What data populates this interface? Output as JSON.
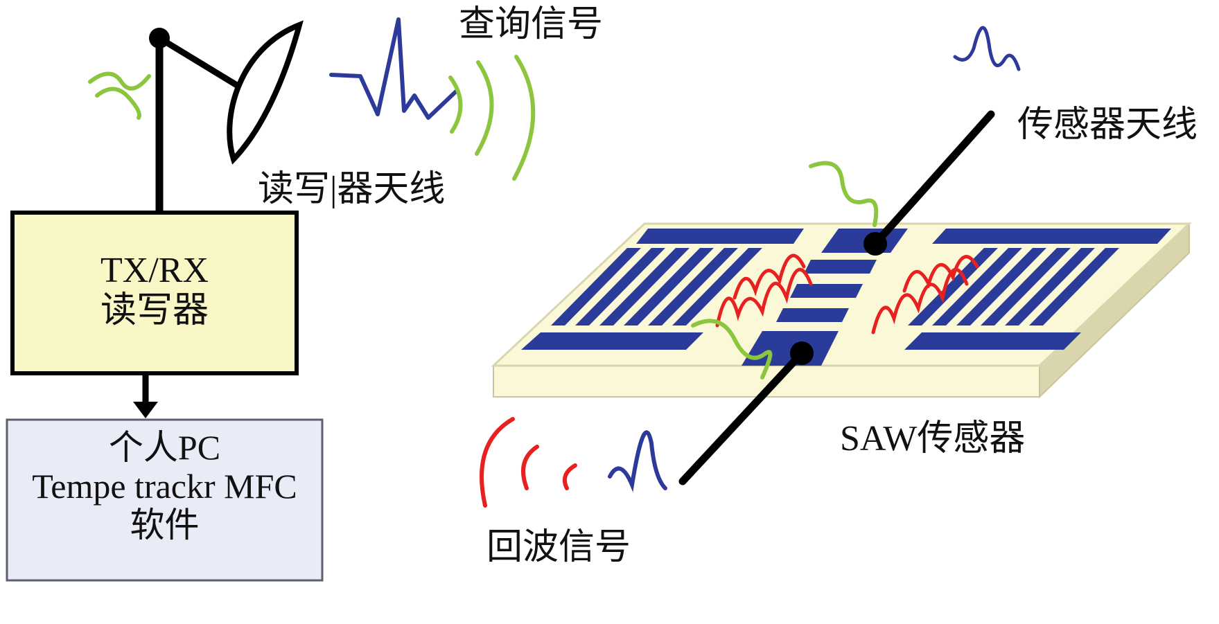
{
  "labels": {
    "query_signal": "查询信号",
    "reader_antenna": "读写|器天线",
    "sensor_antenna": "传感器天线",
    "saw_sensor": "SAW传感器",
    "echo_signal": "回波信号"
  },
  "reader_box": {
    "line1": "TX/RX",
    "line2": "读写器"
  },
  "pc_box": {
    "line1": "个人PC",
    "line2": "Tempe trackr MFC",
    "line3": "软件"
  },
  "colors": {
    "reader_fill": "#faf7c6",
    "pc_fill": "#e9ecf7",
    "electrode_blue": "#2a3b9a",
    "substrate": "#fbf8d8",
    "substrate_edge": "#d9d6ad",
    "wave_green": "#8cc63f",
    "wave_blue": "#2e3a9a",
    "wave_red": "#e8201f",
    "line_black": "#000000"
  }
}
